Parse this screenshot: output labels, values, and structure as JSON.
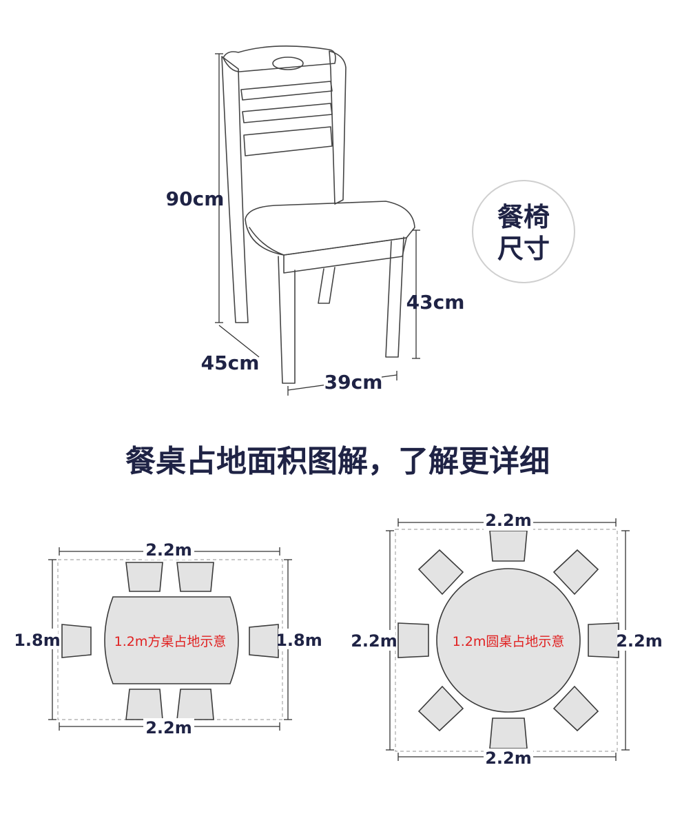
{
  "badge": {
    "line1": "餐椅",
    "line2": "尺寸"
  },
  "chair": {
    "height": "90cm",
    "seat_height": "43cm",
    "depth": "45cm",
    "width": "39cm"
  },
  "heading": "餐桌占地面积图解，了解更详细",
  "rect_table": {
    "label": "1.2m方桌占地示意",
    "top": "2.2m",
    "bottom": "2.2m",
    "left": "1.8m",
    "right": "1.8m"
  },
  "round_table": {
    "label": "1.2m圆桌占地示意",
    "top": "2.2m",
    "bottom": "2.2m",
    "left": "2.2m",
    "right": "2.2m"
  },
  "colors": {
    "navy": "#1f2345",
    "red": "#e02020",
    "fill": "#e3e3e3",
    "line": "#3a3a3a",
    "dashed": "#b5b5b5"
  }
}
